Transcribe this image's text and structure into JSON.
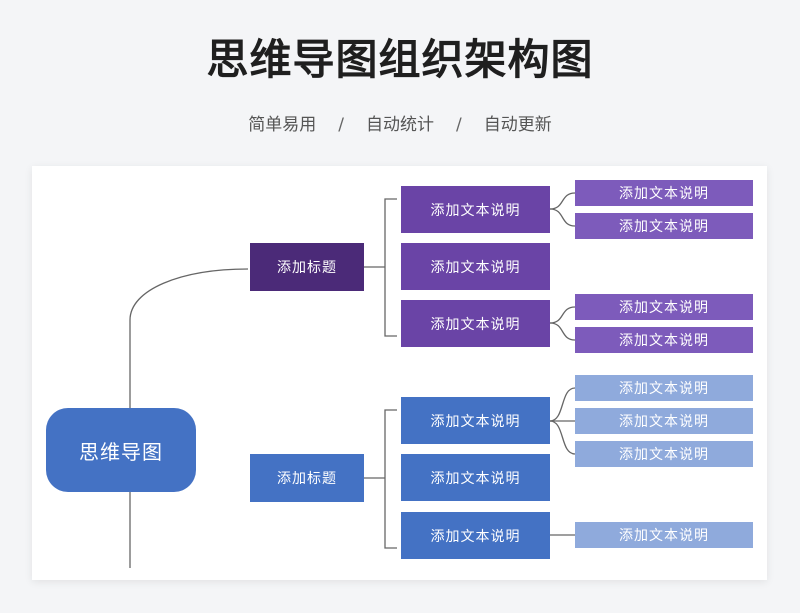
{
  "header": {
    "title": "思维导图组织架构图",
    "subtitle_items": [
      "简单易用",
      "自动统计",
      "自动更新"
    ],
    "separator": "/"
  },
  "colors": {
    "root": "#4472c4",
    "purple_level1": "#4b2a78",
    "purple_level2": "#6a44a6",
    "purple_level3": "#7d5bbb",
    "blue_level1": "#4472c4",
    "blue_level2": "#4472c4",
    "blue_level3": "#8faadc",
    "connector": "#666666"
  },
  "mindmap": {
    "root": "思维导图",
    "branches": [
      {
        "label": "添加标题",
        "theme": "purple",
        "children": [
          {
            "label": "添加文本说明",
            "children": [
              "添加文本说明",
              "添加文本说明"
            ]
          },
          {
            "label": "添加文本说明",
            "children": []
          },
          {
            "label": "添加文本说明",
            "children": [
              "添加文本说明",
              "添加文本说明"
            ]
          }
        ]
      },
      {
        "label": "添加标题",
        "theme": "blue",
        "children": [
          {
            "label": "添加文本说明",
            "children": [
              "添加文本说明",
              "添加文本说明",
              "添加文本说明"
            ]
          },
          {
            "label": "添加文本说明",
            "children": []
          },
          {
            "label": "添加文本说明",
            "children": [
              "添加文本说明"
            ]
          }
        ]
      }
    ]
  }
}
